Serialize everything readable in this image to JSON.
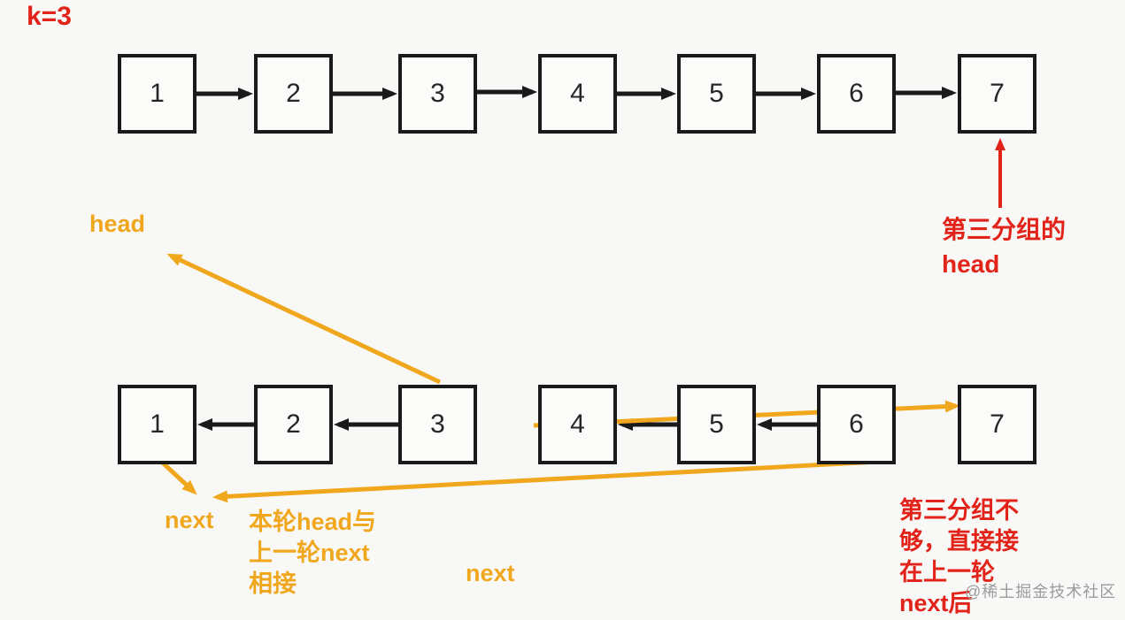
{
  "header": {
    "k_label": "k=3"
  },
  "top_row": {
    "nodes": [
      "1",
      "2",
      "3",
      "4",
      "5",
      "6",
      "7"
    ]
  },
  "bottom_row": {
    "nodes": [
      "1",
      "2",
      "3",
      "4",
      "5",
      "6",
      "7"
    ]
  },
  "annotations": {
    "head_label": "head",
    "third_group_head_note": {
      "lines": [
        "第三分组的",
        "head"
      ]
    },
    "next_label_left": "next",
    "next_label_middle": "next",
    "connect_note": {
      "lines": [
        "本轮head与",
        "上一轮next",
        "相接"
      ]
    },
    "insufficient_group_note": {
      "lines": [
        "第三分组不",
        "够，直接接",
        "在上一轮",
        "next后"
      ]
    },
    "watermark": "@稀土掘金技术社区"
  },
  "colors": {
    "red": "#e2231a",
    "orange": "#f0a71d",
    "black": "#1a1a1a",
    "background": "#f8f8f6",
    "box_fill": "#fbfbf9",
    "watermark_gray": "#9b9b9b"
  }
}
